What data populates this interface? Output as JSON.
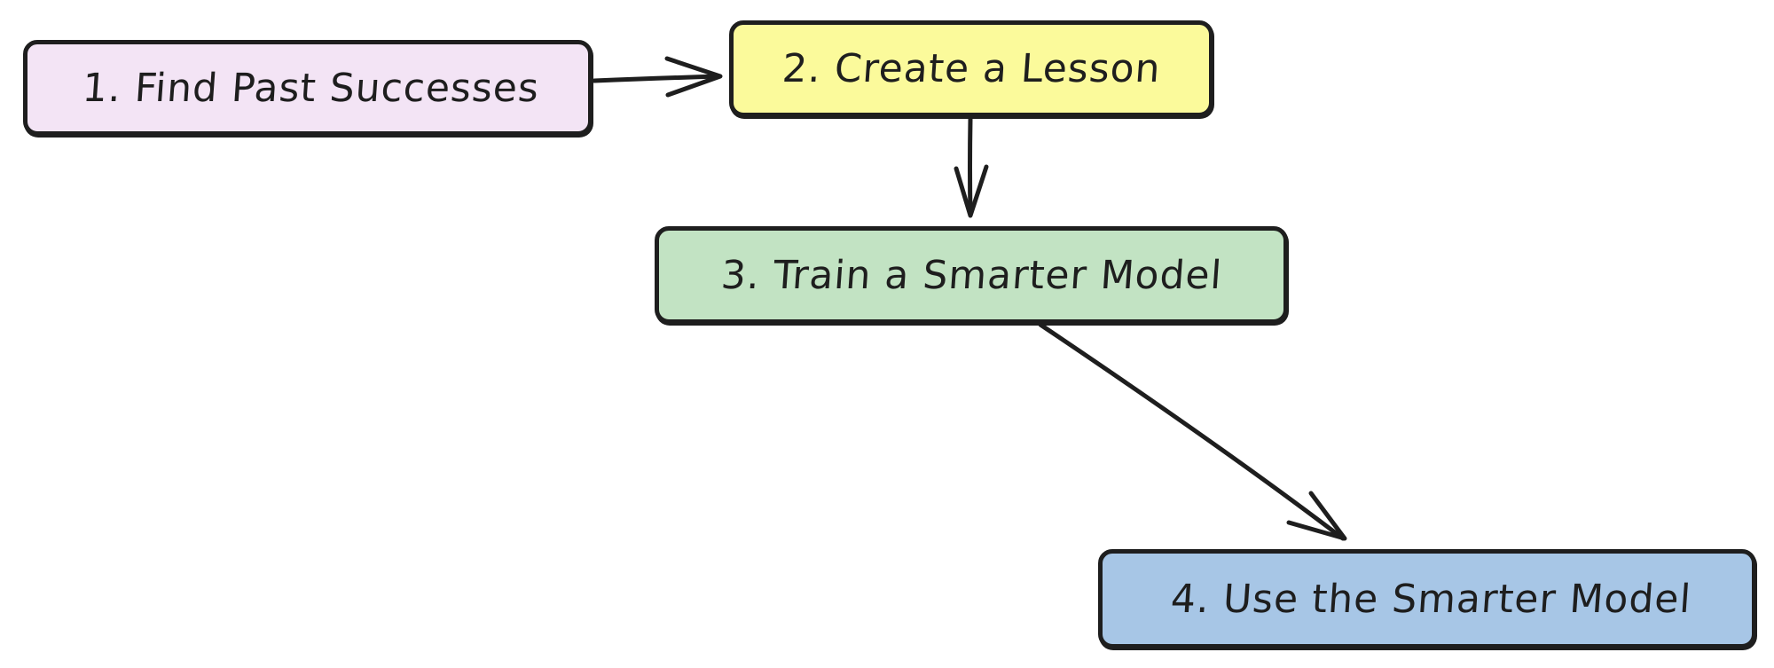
{
  "diagram": {
    "type": "flowchart",
    "colors": {
      "stroke": "#1e1e1e",
      "step1_fill": "#f3e4f5",
      "step2_fill": "#fbfa9b",
      "step3_fill": "#c2e3c3",
      "step4_fill": "#a7c6e6"
    },
    "nodes": [
      {
        "id": "step-1",
        "label": "1. Find Past Successes"
      },
      {
        "id": "step-2",
        "label": "2. Create a Lesson"
      },
      {
        "id": "step-3",
        "label": "3. Train a Smarter Model"
      },
      {
        "id": "step-4",
        "label": "4. Use the Smarter Model"
      }
    ],
    "edges": [
      {
        "from": "step-1",
        "to": "step-2"
      },
      {
        "from": "step-2",
        "to": "step-3"
      },
      {
        "from": "step-3",
        "to": "step-4"
      }
    ]
  }
}
